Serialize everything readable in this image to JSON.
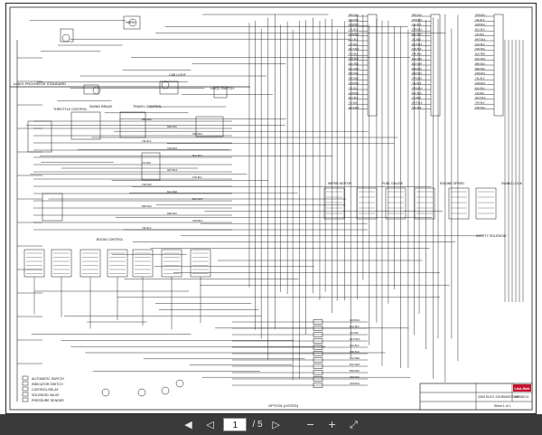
{
  "schematic": {
    "header_text": "LINES PROGRESS STANDARD",
    "subtitle_text": "OPTION (LISTED)",
    "brand": "Link-Belt",
    "title_block": {
      "title": "2000 ELEC SCHEMATIC HP",
      "number": "M4-06274",
      "sheet": "Sheet 1 of 1"
    },
    "wire_labels": [
      "BRN BLK",
      "RED BLK",
      "ORN BLK",
      "YEL BLK",
      "GRN BLK",
      "BLU BLK",
      "VIO BLK",
      "WHT BLK",
      "TAN BLK",
      "PNK BLK",
      "BLK RED",
      "BLK WHT"
    ],
    "component_labels": [
      "THROTTLE CONTROL",
      "SWING BRAKE",
      "TRAVEL CONTROL",
      "BOOM CONTROL",
      "CAB LIGHT",
      "HOOD SWITCH",
      "HORN",
      "WIPER MOTOR",
      "FUEL GAUGE",
      "ENGINE SPEED",
      "SWING LOCK",
      "SAFETY SOLENOID"
    ],
    "legend": [
      "AUTOMATIC SWITCH",
      "INDICATOR SWITCH",
      "CONTROL RELAY",
      "SOLENOID VALVE",
      "PRESSURE SENDER"
    ]
  },
  "toolbar": {
    "prev_icon": "first-page-icon",
    "page_value": "1",
    "page_total": "/ 5",
    "zoom_out_icon": "zoom-out-icon",
    "zoom_in_icon": "zoom-in-icon",
    "fit_icon": "fit-page-icon"
  }
}
